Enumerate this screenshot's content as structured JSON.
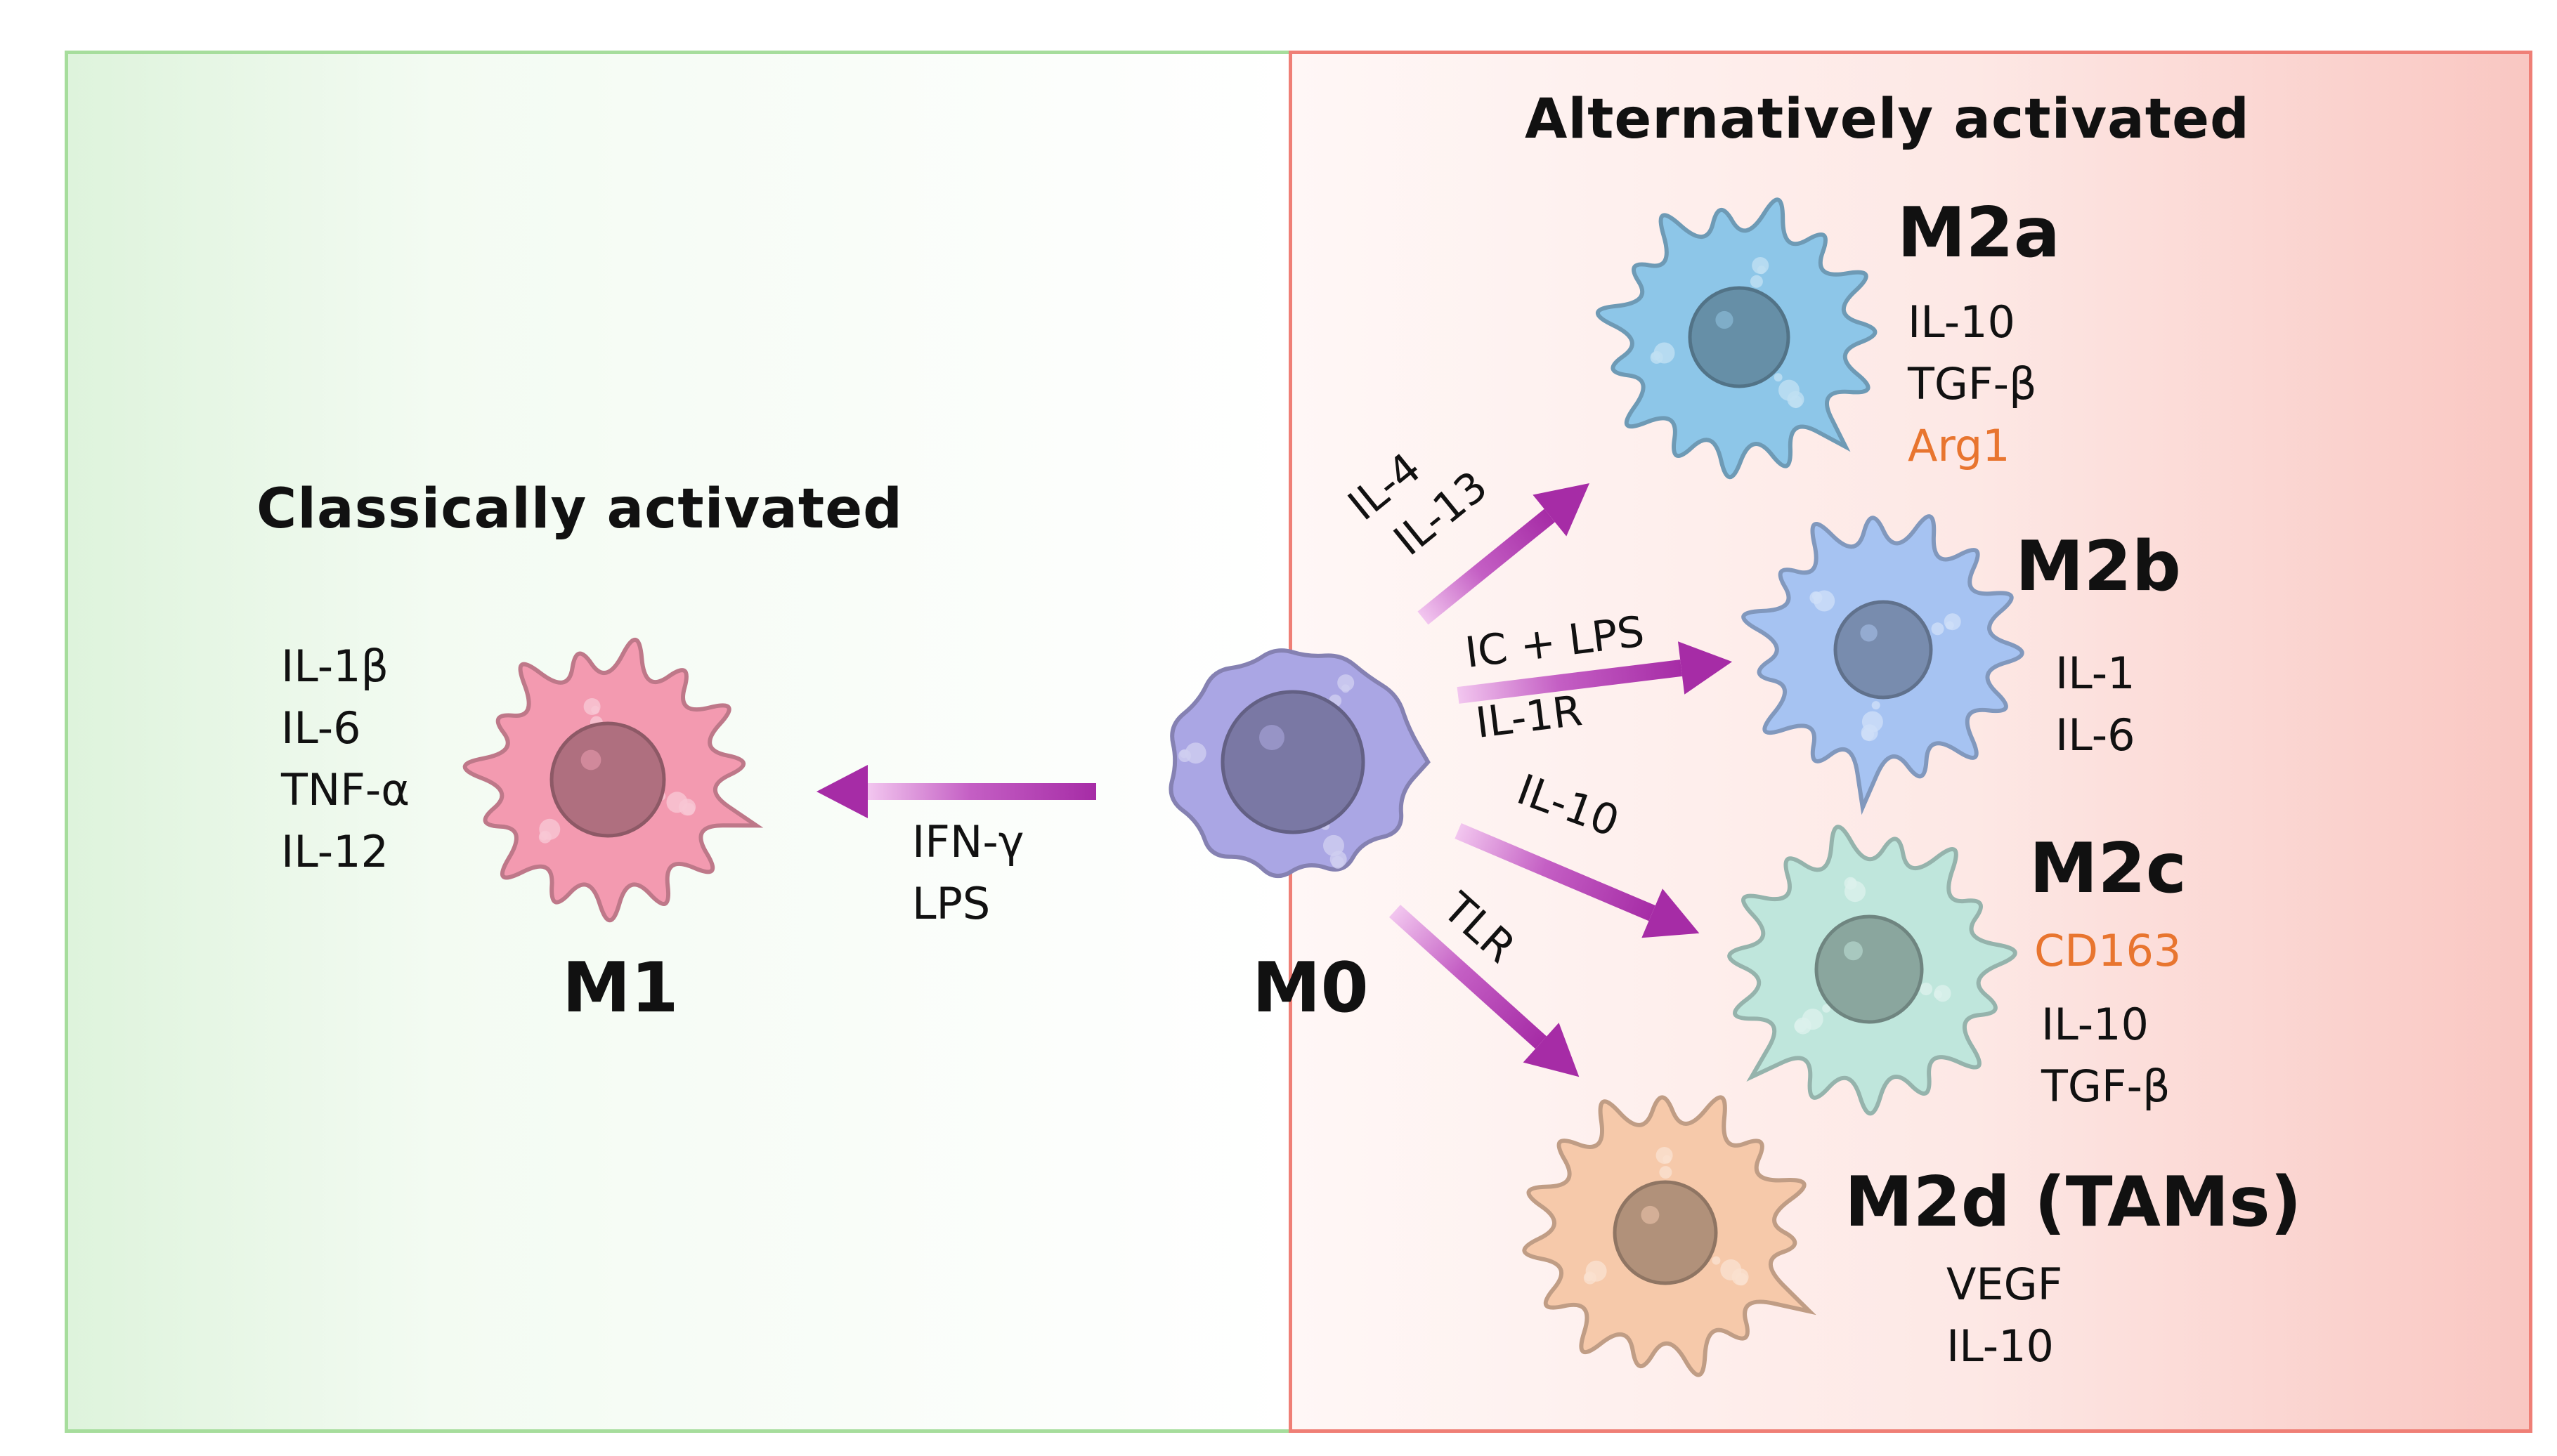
{
  "colors": {
    "arrow": "#a62ca6",
    "arrow_light": "#f2c6ef",
    "highlight_marker": "#e8752f",
    "m0": "#aaa6e4",
    "m1": "#f39ab0",
    "m2a": "#8dc6e8",
    "m2b": "#a6c3f2",
    "m2c": "#bfe6dc",
    "m2d": "#f6c9aa"
  },
  "headings": {
    "classical": "Classically activated",
    "alternative": "Alternatively activated"
  },
  "cells": {
    "m0": {
      "name": "M0"
    },
    "m1": {
      "name": "M1",
      "markers": [
        "IL-1β",
        "IL-6",
        "TNF-α",
        "IL-12"
      ]
    },
    "m2a": {
      "name": "M2a",
      "markers": [
        "IL-10",
        "TGF-β"
      ],
      "highlight": "Arg1"
    },
    "m2b": {
      "name": "M2b",
      "markers": [
        "IL-1",
        "IL-6"
      ]
    },
    "m2c": {
      "name": "M2c",
      "highlight": "CD163",
      "markers": [
        "IL-10",
        "TGF-β"
      ]
    },
    "m2d": {
      "name": "M2d (TAMs)",
      "markers": [
        "VEGF",
        "IL-10"
      ]
    }
  },
  "stimuli": {
    "m1": [
      "IFN-γ",
      "LPS"
    ],
    "m2a": [
      "IL-4",
      "IL-13"
    ],
    "m2b": [
      "IC + LPS",
      "IL-1R"
    ],
    "m2c": "IL-10",
    "m2d": "TLR"
  }
}
